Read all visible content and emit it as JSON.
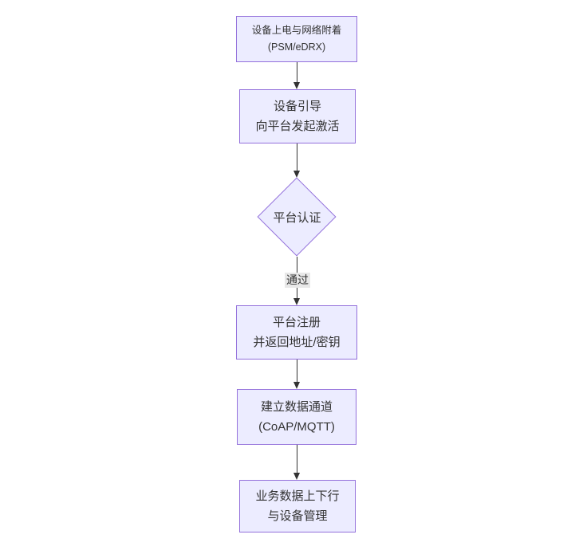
{
  "diagram": {
    "type": "flowchart",
    "direction": "top-down",
    "colors": {
      "node_fill": "#ECECFF",
      "node_border": "#9370DB",
      "edge_color": "#333333",
      "text_color": "#333333",
      "edge_label_bg": "#e8e8e8",
      "background": "#ffffff"
    },
    "nodes": [
      {
        "id": "power-attach",
        "shape": "rect",
        "lines": [
          "设备上电与网络附着",
          "(PSM/eDRX)"
        ]
      },
      {
        "id": "bootstrap",
        "shape": "rect",
        "lines": [
          "设备引导",
          "向平台发起激活"
        ]
      },
      {
        "id": "platform-auth",
        "shape": "diamond",
        "lines": [
          "平台认证"
        ]
      },
      {
        "id": "platform-register",
        "shape": "rect",
        "lines": [
          "平台注册",
          "并返回地址/密钥"
        ]
      },
      {
        "id": "data-channel",
        "shape": "rect",
        "lines": [
          "建立数据通道",
          "(CoAP/MQTT)"
        ]
      },
      {
        "id": "business-data",
        "shape": "rect",
        "lines": [
          "业务数据上下行",
          "与设备管理"
        ]
      }
    ],
    "edges": [
      {
        "from": "power-attach",
        "to": "bootstrap",
        "label": ""
      },
      {
        "from": "bootstrap",
        "to": "platform-auth",
        "label": ""
      },
      {
        "from": "platform-auth",
        "to": "platform-register",
        "label": "通过"
      },
      {
        "from": "platform-register",
        "to": "data-channel",
        "label": ""
      },
      {
        "from": "data-channel",
        "to": "business-data",
        "label": ""
      }
    ]
  }
}
